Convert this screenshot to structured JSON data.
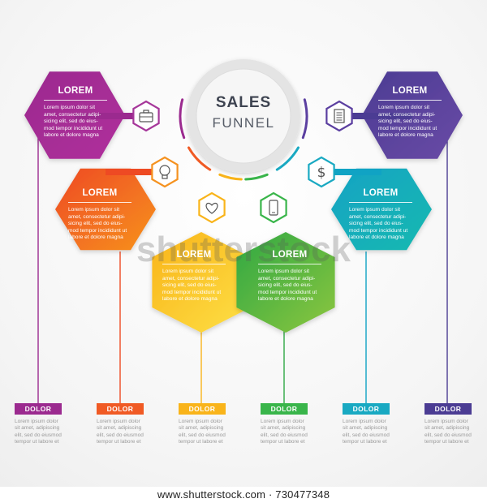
{
  "title": {
    "line1": "SALES",
    "line2": "FUNNEL"
  },
  "panels": [
    {
      "title": "LOREM",
      "body": "Lorem ipsum dolor sit amet, consectetur adipi-\nsicing elit, sed do eius-\nmod tempor incididunt ut\nlabore et dolore magna",
      "color1": "#9b2a8f",
      "color2": "#b0309c",
      "icon": "briefcase-icon"
    },
    {
      "title": "LOREM",
      "body": "Lorem ipsum dolor sit\namet, consectetur adipi-\nsicing elit, sed do eius-\nmod tempor incididunt ut\nlabore et dolore magna",
      "color1": "#ee4a23",
      "color2": "#f7921e",
      "icon": "lightbulb-icon"
    },
    {
      "title": "LOREM",
      "body": "Lorem ipsum dolor sit\namet, consectetur adipi-\nsicing elit, sed do eius-\nmod tempor incididunt ut\nlabore et dolore magna",
      "color1": "#f9b41a",
      "color2": "#fde045",
      "icon": "heart-icon"
    },
    {
      "title": "LOREM",
      "body": "Lorem ipsum dolor sit\namet, consectetur adipi-\nsicing elit, sed do eius-\nmod tempor incididunt ut\nlabore et dolore magna",
      "color1": "#2fa844",
      "color2": "#8cc63f",
      "icon": "smartphone-icon"
    },
    {
      "title": "LOREM",
      "body": "Lorem ipsum dolor sit\namet, consectetur adipi-\nsicing elit, sed do eius-\nmod tempor incididunt ut\nlabore et dolore magna",
      "color1": "#10a3c4",
      "color2": "#19b9b0",
      "icon": "dollar-icon"
    },
    {
      "title": "LOREM",
      "body": "Lorem ipsum dolor sit\namet, consectetur adipi-\nsicing elit, sed do eius-\nmod tempor incididunt ut\nlabore et dolore magna",
      "color1": "#4b3c93",
      "color2": "#6a4aa6",
      "icon": "document-icon"
    }
  ],
  "badges": [
    {
      "label": "DOLOR",
      "color": "#9b2a8f",
      "text": "Lorem ipsum dolor\nsit amet, adipiscing\nelit, sed do eiusmod\ntempor ut labore et"
    },
    {
      "label": "DOLOR",
      "color": "#f05a24",
      "text": "Lorem ipsum dolor\nsit amet, adipiscing\nelit, sed do eiusmod\ntempor ut labore et"
    },
    {
      "label": "DOLOR",
      "color": "#f9b41a",
      "text": "Lorem ipsum dolor\nsit amet, adipiscing\nelit, sed do eiusmod\ntempor ut labore et"
    },
    {
      "label": "DOLOR",
      "color": "#39b54a",
      "text": "Lorem ipsum dolor\nsit amet, adipiscing\nelit, sed do eiusmod\ntempor ut labore et"
    },
    {
      "label": "DOLOR",
      "color": "#19a9c2",
      "text": "Lorem ipsum dolor\nsit amet, adipiscing\nelit, sed do eiusmod\ntempor ut labore et"
    },
    {
      "label": "DOLOR",
      "color": "#4b3c93",
      "text": "Lorem ipsum dolor\nsit amet, adipiscing\nelit, sed do eiusmod\ntempor ut labore et"
    }
  ],
  "footer": {
    "text": "www.shutterstock.com · 730477348"
  },
  "watermark": "shutterstock"
}
